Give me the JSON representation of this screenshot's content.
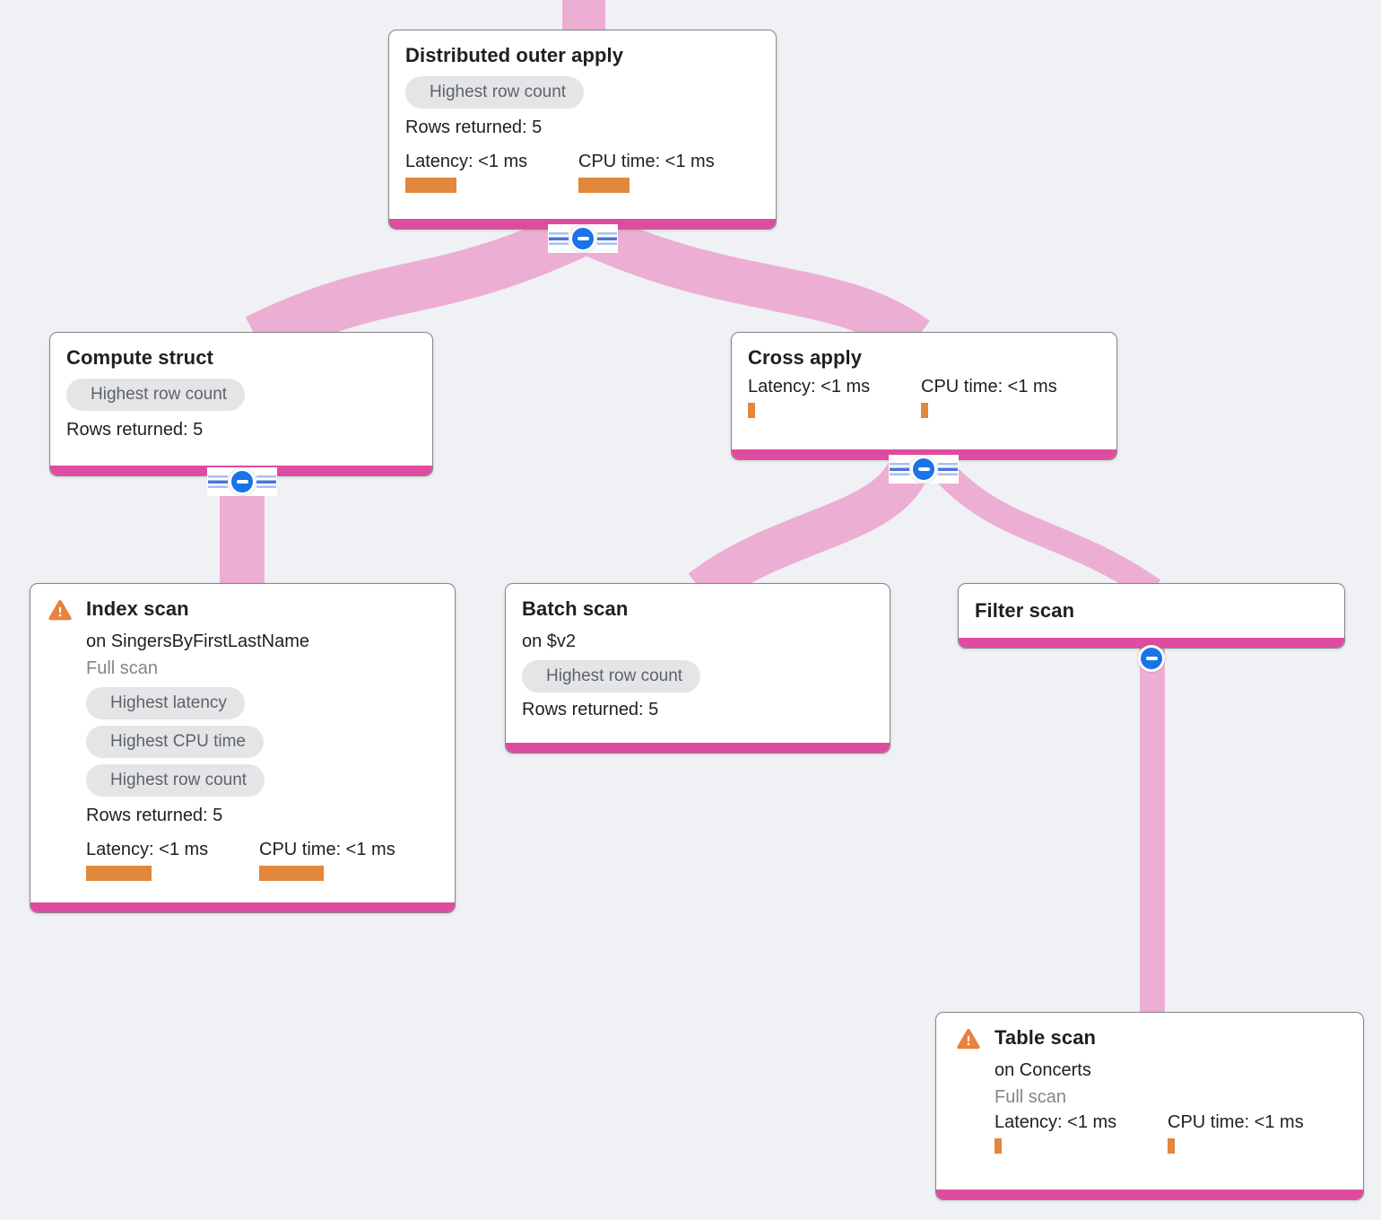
{
  "colors": {
    "background": "#F0F1F4",
    "ribbon_pink": "#EDAED3",
    "node_accent_pink": "#DF4C9F",
    "metric_bar_orange": "#E2873B",
    "warning_orange": "#E8823D",
    "collapse_blue": "#1A73E8",
    "badge_background": "#E4E5E7",
    "badge_text": "#5F6368",
    "title_text": "#1F1F1F",
    "muted_text": "#80868B"
  },
  "nodes": [
    {
      "id": "distributed-outer-apply",
      "title": "Distributed outer apply",
      "badges": [
        "Highest row count"
      ],
      "rows_returned": "Rows returned: 5",
      "latency_label": "Latency: <1 ms",
      "cpu_label": "CPU time: <1 ms",
      "latency_bar_w": 57,
      "cpu_bar_w": 57
    },
    {
      "id": "compute-struct",
      "title": "Compute struct",
      "badges": [
        "Highest row count"
      ],
      "rows_returned": "Rows returned: 5"
    },
    {
      "id": "cross-apply",
      "title": "Cross apply",
      "latency_label": "Latency: <1 ms",
      "cpu_label": "CPU time: <1 ms",
      "latency_bar_w": 8,
      "cpu_bar_w": 8
    },
    {
      "id": "index-scan",
      "warning": true,
      "title": "Index scan",
      "subtitle": "on SingersByFirstLastName",
      "scan_type": "Full scan",
      "badges": [
        "Highest latency",
        "Highest CPU time",
        "Highest row count"
      ],
      "rows_returned": "Rows returned: 5",
      "latency_label": "Latency: <1 ms",
      "cpu_label": "CPU time: <1 ms",
      "latency_bar_w": 73,
      "cpu_bar_w": 72
    },
    {
      "id": "batch-scan",
      "title": "Batch scan",
      "subtitle": "on $v2",
      "badges": [
        "Highest row count"
      ],
      "rows_returned": "Rows returned: 5"
    },
    {
      "id": "filter-scan",
      "title": "Filter scan"
    },
    {
      "id": "table-scan",
      "warning": true,
      "title": "Table scan",
      "subtitle": "on Concerts",
      "scan_type": "Full scan",
      "latency_label": "Latency: <1 ms",
      "cpu_label": "CPU time: <1 ms",
      "latency_bar_w": 8,
      "cpu_bar_w": 8
    }
  ]
}
